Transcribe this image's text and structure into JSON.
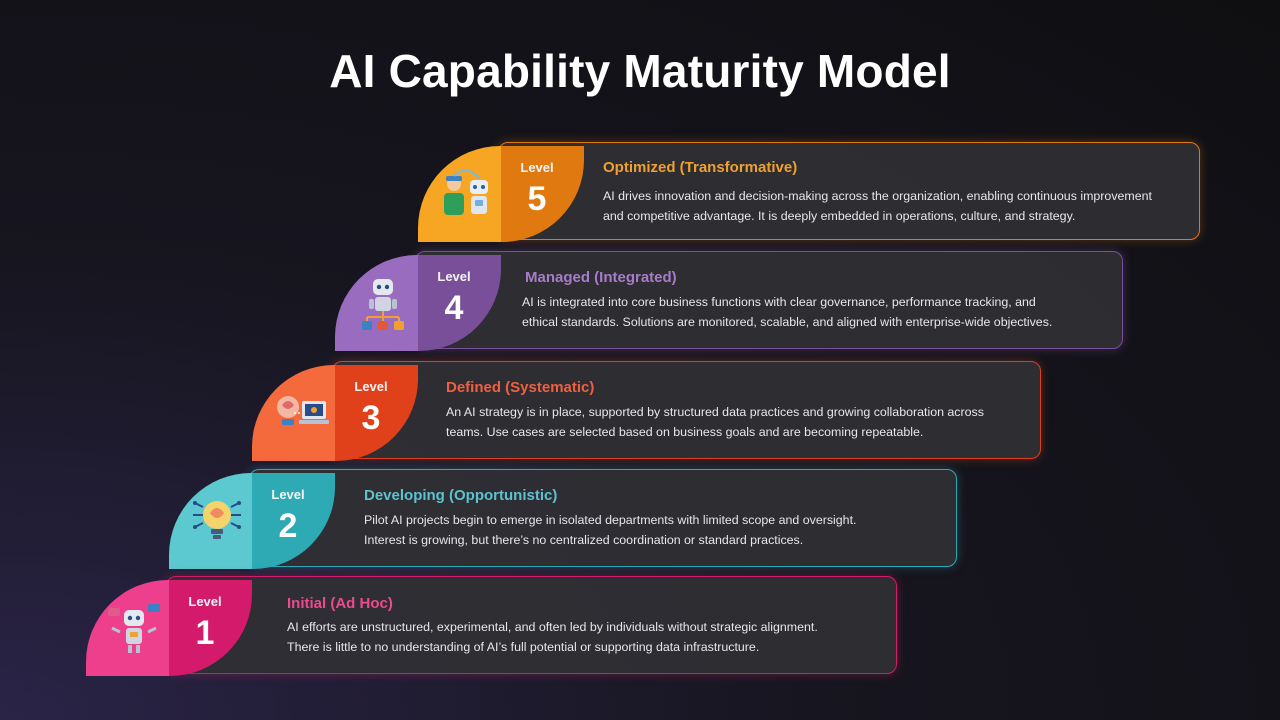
{
  "title": "AI Capability Maturity Model",
  "levels": [
    {
      "label": "Level",
      "number": "5",
      "heading": "Optimized (Transformative)",
      "line1": "AI drives innovation and decision-making across the organization, enabling continuous improvement",
      "line2": "and competitive advantage. It is deeply embedded in operations, culture, and strategy.",
      "color": "#e07a10",
      "light": "#f6a623",
      "icon": "human-robot-team-icon"
    },
    {
      "label": "Level",
      "number": "4",
      "heading": "Managed (Integrated)",
      "line1": "AI is integrated into core business functions with clear governance, performance tracking, and",
      "line2": "ethical standards. Solutions are monitored, scalable, and aligned with enterprise-wide objectives.",
      "color": "#7a4f9a",
      "light": "#9a6cc0",
      "icon": "robot-network-icon"
    },
    {
      "label": "Level",
      "number": "3",
      "heading": "Defined (Systematic)",
      "line1": "An AI strategy is in place, supported by structured data practices and growing collaboration across",
      "line2": "teams. Use cases are selected based on business goals and are becoming repeatable.",
      "color": "#e0401a",
      "light": "#f46a3c",
      "icon": "ai-brain-laptop-icon"
    },
    {
      "label": "Level",
      "number": "2",
      "heading": "Developing (Opportunistic)",
      "line1": "Pilot AI projects begin to emerge in isolated departments with limited scope and oversight.",
      "line2": "Interest is growing, but there’s no centralized coordination or standard practices.",
      "color": "#2eaab5",
      "light": "#5cc8d0",
      "icon": "ai-lightbulb-icon"
    },
    {
      "label": "Level",
      "number": "1",
      "heading": "Initial (Ad Hoc)",
      "line1": "AI efforts are unstructured, experimental, and often led by individuals without strategic alignment.",
      "line2": "There is little to no understanding of AI’s full potential or supporting data infrastructure.",
      "color": "#d41a6a",
      "light": "#ee3f8c",
      "icon": "chat-robot-icon"
    }
  ]
}
